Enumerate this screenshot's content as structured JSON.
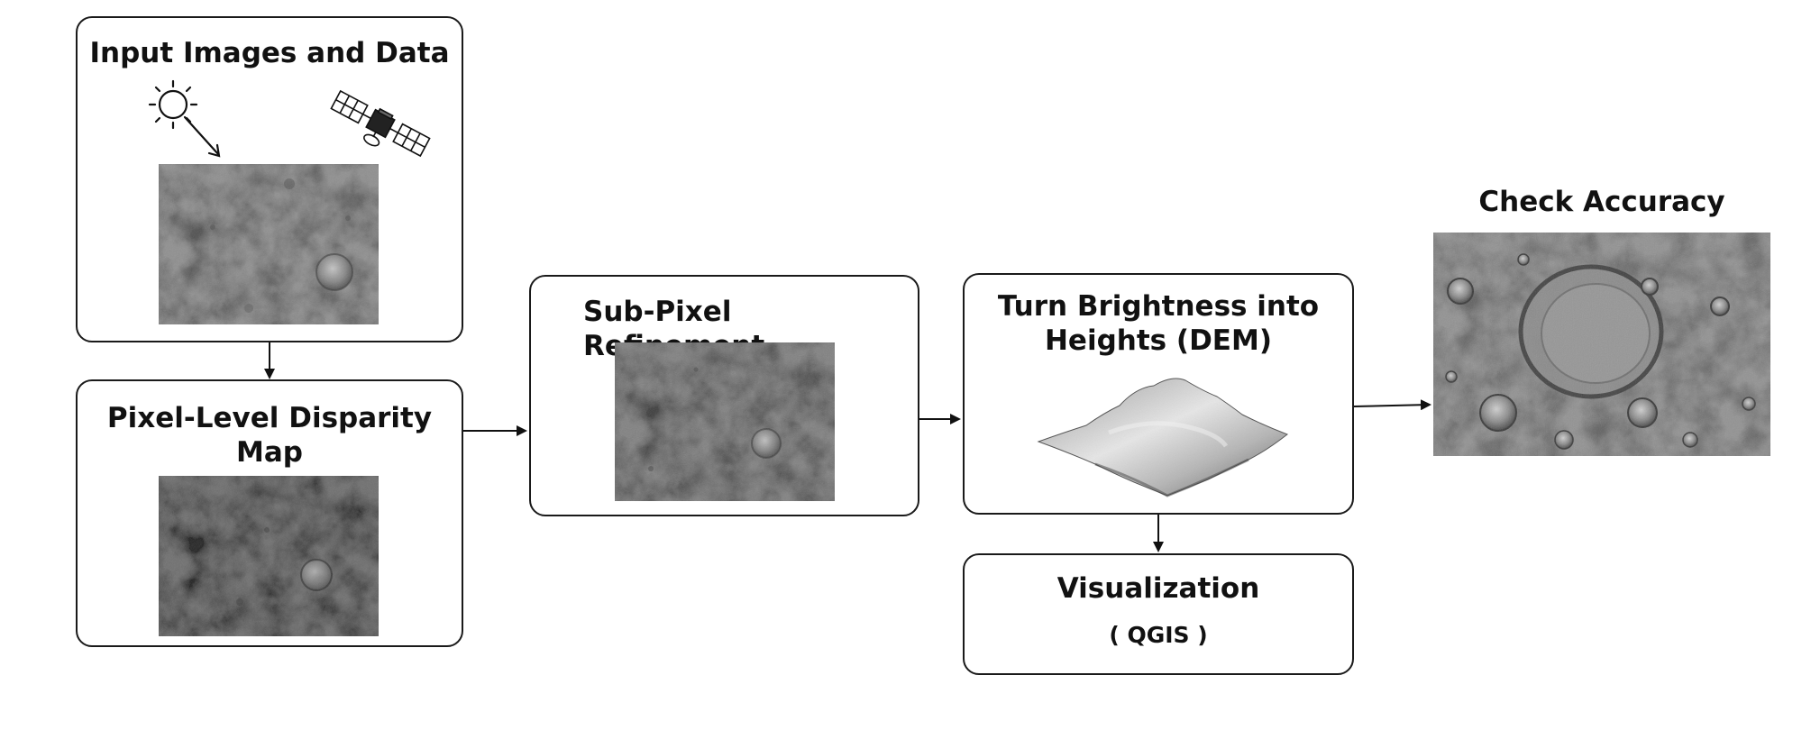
{
  "nodes": {
    "input": {
      "title": "Input Images and Data"
    },
    "pixel": {
      "title": "Pixel-Level Disparity\nMap"
    },
    "subpixel": {
      "title": "Sub-Pixel Refinement"
    },
    "dem": {
      "title": "Turn Brightness into\nHeights (DEM)"
    },
    "visual": {
      "title": "Visualization",
      "subtitle": "( QGIS )"
    },
    "accuracy": {
      "title": "Check Accuracy"
    }
  },
  "icons": [
    "sun-icon",
    "satellite-icon"
  ],
  "colors": {
    "border": "#1a1a1a",
    "text": "#111111",
    "lunar_gray": "#7a7a7a"
  }
}
